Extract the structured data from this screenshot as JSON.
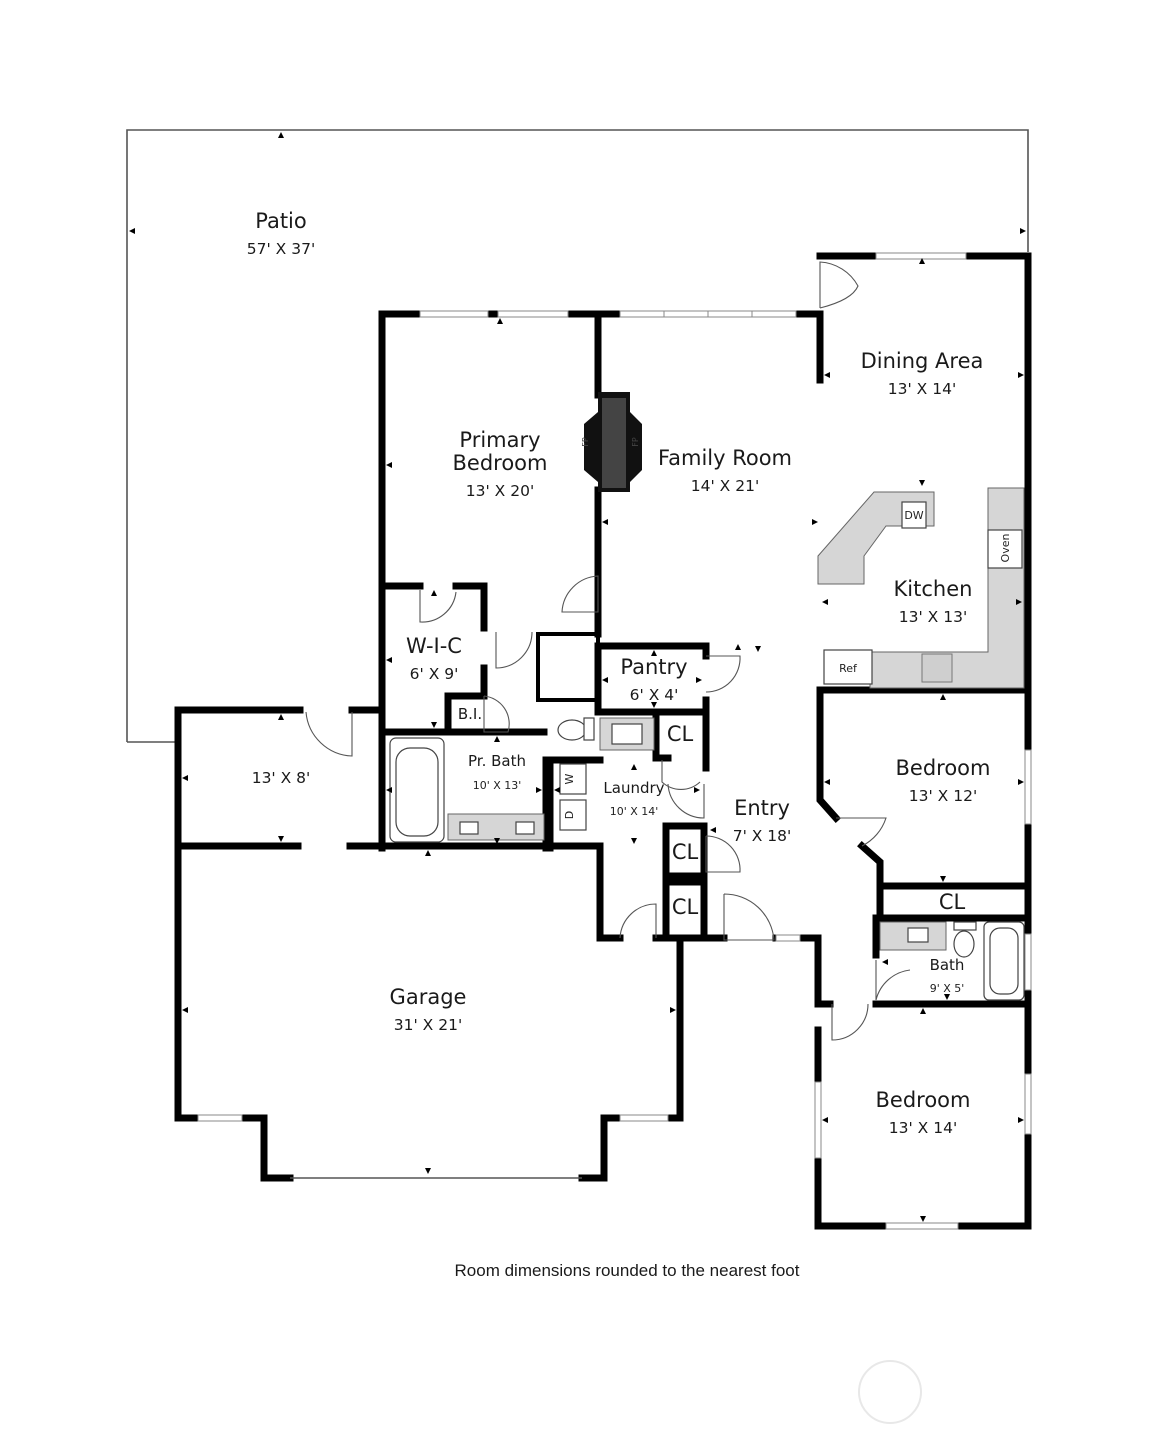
{
  "rooms": {
    "patio": {
      "name": "Patio",
      "dim": "57' X 37'"
    },
    "dining": {
      "name": "Dining Area",
      "dim": "13' X 14'"
    },
    "primary_bed": {
      "name_1": "Primary",
      "name_2": "Bedroom",
      "dim": "13' X 20'"
    },
    "family": {
      "name": "Family Room",
      "dim": "14' X 21'"
    },
    "kitchen": {
      "name": "Kitchen",
      "dim": "13' X 13'"
    },
    "wic": {
      "name": "W-I-C",
      "dim": "6' X 9'"
    },
    "pantry": {
      "name": "Pantry",
      "dim": "6' X 4'"
    },
    "pr_bath": {
      "name": "Pr. Bath",
      "dim": "10' X 13'"
    },
    "laundry": {
      "name": "Laundry",
      "dim": "10' X 14'"
    },
    "entry": {
      "name": "Entry",
      "dim": "7' X 18'"
    },
    "bedroom_2": {
      "name": "Bedroom",
      "dim": "13' X 12'"
    },
    "bath": {
      "name": "Bath",
      "dim": "9' X 5'"
    },
    "garage": {
      "name": "Garage",
      "dim": "31' X 21'"
    },
    "bedroom_3": {
      "name": "Bedroom",
      "dim": "13' X 14'"
    },
    "small_room": {
      "dim": "13' X 8'"
    }
  },
  "labels": {
    "closet": "CL",
    "built_in": "B.I.",
    "washer": "W",
    "dryer": "D",
    "refrigerator": "Ref",
    "oven": "Oven",
    "dishwasher": "DW",
    "fireplace": "FP"
  },
  "caption": "Room dimensions rounded to the nearest foot"
}
